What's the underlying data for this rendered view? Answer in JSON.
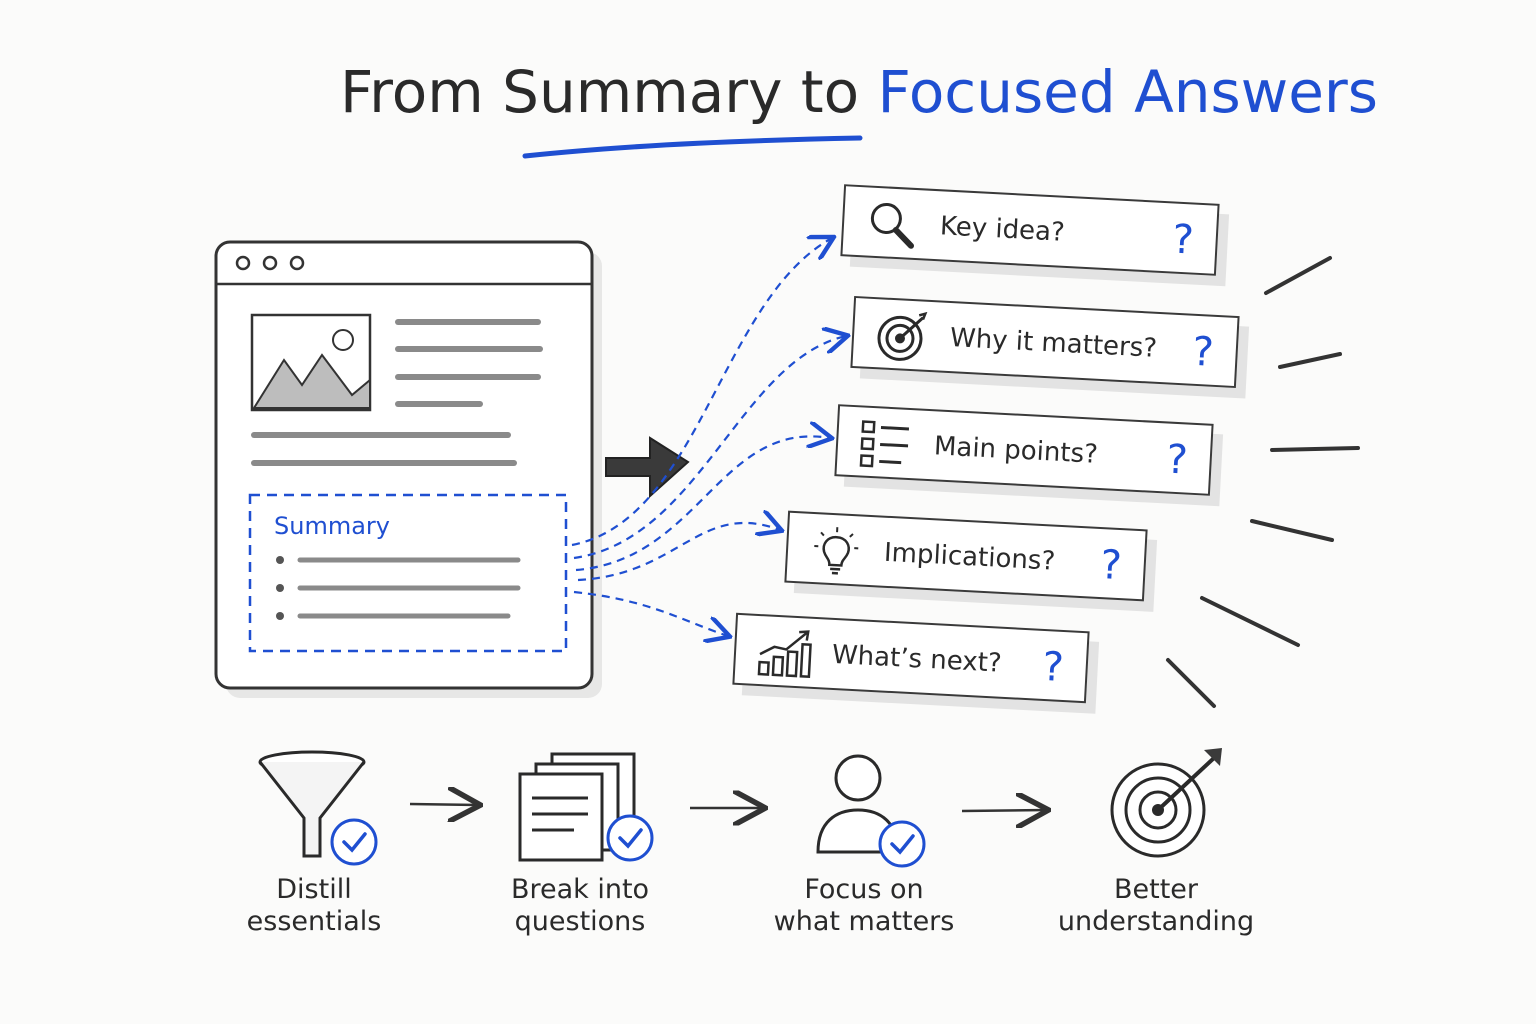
{
  "title": {
    "part1": "From Summary to ",
    "part2": "Focused Answers"
  },
  "summary_box": {
    "label": "Summary"
  },
  "questions": [
    {
      "label": "Key idea?",
      "mark": "?",
      "icon": "magnifier-icon"
    },
    {
      "label": "Why it matters?",
      "mark": "?",
      "icon": "target-icon"
    },
    {
      "label": "Main points?",
      "mark": "?",
      "icon": "checklist-icon"
    },
    {
      "label": "Implications?",
      "mark": "?",
      "icon": "lightbulb-icon"
    },
    {
      "label": "What’s next?",
      "mark": "?",
      "icon": "growth-chart-icon"
    }
  ],
  "steps": [
    {
      "line1": "Distill",
      "line2": "essentials",
      "icon": "funnel-icon"
    },
    {
      "line1": "Break into",
      "line2": "questions",
      "icon": "documents-icon"
    },
    {
      "line1": "Focus on",
      "line2": "what matters",
      "icon": "person-icon"
    },
    {
      "line1": "Better",
      "line2": "understanding",
      "icon": "target-icon"
    }
  ],
  "colors": {
    "accent": "#1f4fd1",
    "ink": "#2a2a2a",
    "background": "#fbfbfa"
  }
}
